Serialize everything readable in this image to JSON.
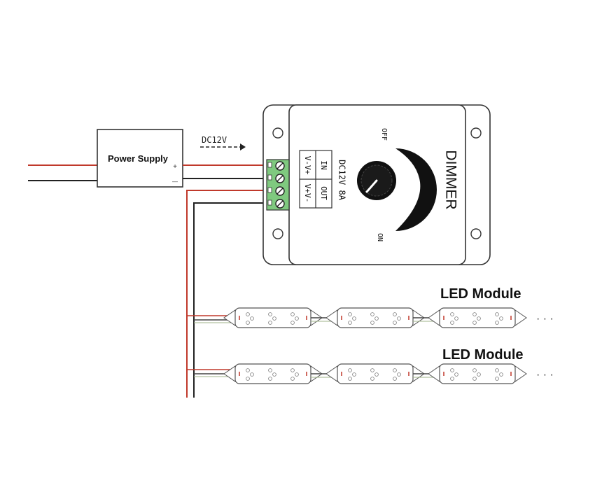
{
  "power_supply": {
    "label": "Power Supply",
    "plus": "+",
    "minus": "—"
  },
  "input_voltage_label": "DC12V",
  "dimmer": {
    "title": "DIMMER",
    "rating": "DC12V 8A",
    "terminals": {
      "in_label": "IN",
      "out_label": "OUT",
      "in_pins": "V-V+",
      "out_pins": "V+V-"
    },
    "off_label": "OFF",
    "on_label": "ON"
  },
  "led_rows": [
    {
      "label": "LED Module",
      "ellipsis": "· · ·"
    },
    {
      "label": "LED Module",
      "ellipsis": "· · ·"
    }
  ],
  "colors": {
    "wire_red": "#c0392b",
    "wire_black": "#222222",
    "terminal_green": "#7fc97f",
    "outline": "#333333"
  }
}
